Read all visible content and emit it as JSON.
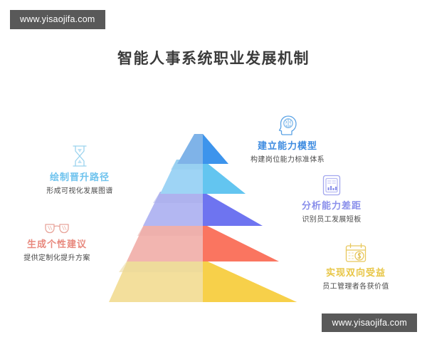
{
  "watermark": {
    "text": "www.yisaojifa.com"
  },
  "header": {
    "title": "智能人事系统职业发展机制"
  },
  "colors": {
    "blue": "#3D94EC",
    "sky": "#4FC3F0",
    "purple": "#6E74F0",
    "coral": "#FA7560",
    "gold": "#F0C93C",
    "watermark_bg": "#595959",
    "title": "#3b3b3b"
  },
  "chart_data": {
    "type": "pyramid",
    "title": "智能人事系统职业发展机制",
    "tiers": [
      {
        "index": 1,
        "name": "建立能力模型",
        "left_face": "#7FB3E8",
        "right_face": "#3D94EC"
      },
      {
        "index": 2,
        "name": "绘制晋升路径",
        "left_face": "#9ED4F5",
        "right_face": "#63C5F0"
      },
      {
        "index": 3,
        "name": "分析能力差距",
        "left_face": "#B3B7F2",
        "right_face": "#6E74F0"
      },
      {
        "index": 4,
        "name": "生成个性建议",
        "left_face": "#F2B5B0",
        "right_face": "#FA7560"
      },
      {
        "index": 5,
        "name": "实现双向受益",
        "left_face": "#F3DF9C",
        "right_face": "#F7D04A"
      }
    ]
  },
  "callouts": {
    "model": {
      "icon": "head-brain-icon",
      "title": "建立能力模型",
      "subtitle": "构建岗位能力标准体系",
      "color": "#3D8BE0"
    },
    "path": {
      "icon": "hourglass-icon",
      "title": "绘制晋升路径",
      "subtitle": "形成可视化发展图谱",
      "color": "#6EC3EE"
    },
    "gap": {
      "icon": "report-chart-icon",
      "title": "分析能力差距",
      "subtitle": "识别员工发展短板",
      "color": "#8A8FEB"
    },
    "advice": {
      "icon": "glasses-icon",
      "title": "生成个性建议",
      "subtitle": "提供定制化提升方案",
      "color": "#E8897E"
    },
    "benefit": {
      "icon": "calendar-dollar-icon",
      "title": "实现双向受益",
      "subtitle": "员工管理者各获价值",
      "color": "#E8C646"
    }
  }
}
